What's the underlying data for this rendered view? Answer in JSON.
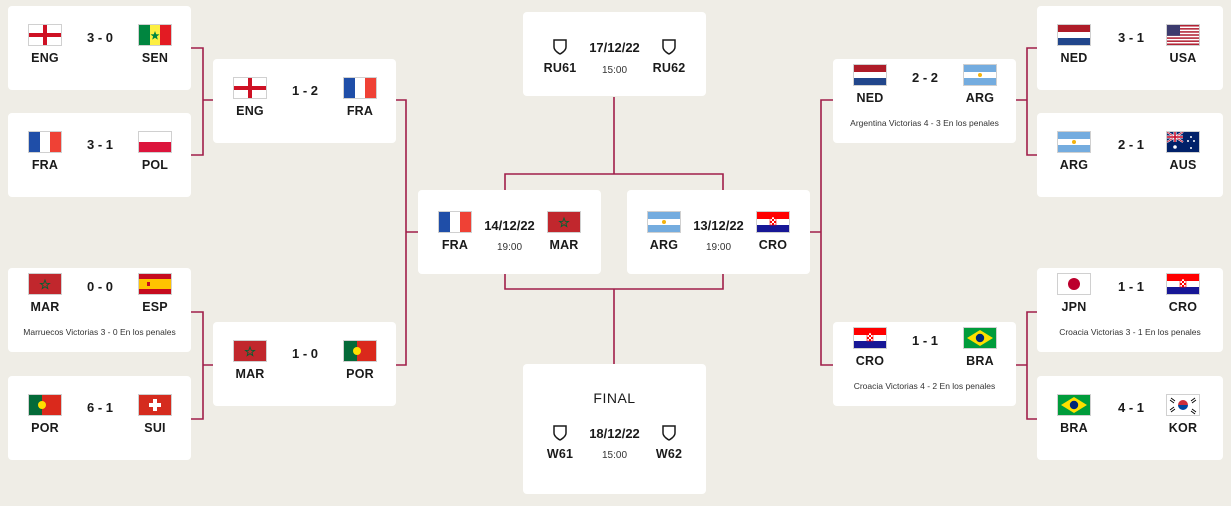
{
  "colors": {
    "accent": "#a11e4a",
    "background": "#efede6"
  },
  "r16": {
    "m1": {
      "home": "ENG",
      "away": "SEN",
      "score": "3 - 0"
    },
    "m2": {
      "home": "FRA",
      "away": "POL",
      "score": "3 - 1"
    },
    "m3": {
      "home": "MAR",
      "away": "ESP",
      "score": "0 - 0",
      "note": "Marruecos Victorias 3 - 0 En los penales"
    },
    "m4": {
      "home": "POR",
      "away": "SUI",
      "score": "6 - 1"
    },
    "m5": {
      "home": "NED",
      "away": "USA",
      "score": "3 - 1"
    },
    "m6": {
      "home": "ARG",
      "away": "AUS",
      "score": "2 - 1"
    },
    "m7": {
      "home": "JPN",
      "away": "CRO",
      "score": "1 - 1",
      "note": "Croacia Victorias 3 - 1 En los penales"
    },
    "m8": {
      "home": "BRA",
      "away": "KOR",
      "score": "4 - 1"
    }
  },
  "qf": {
    "q1": {
      "home": "ENG",
      "away": "FRA",
      "score": "1 - 2"
    },
    "q2": {
      "home": "MAR",
      "away": "POR",
      "score": "1 - 0"
    },
    "q3": {
      "home": "NED",
      "away": "ARG",
      "score": "2 - 2",
      "note": "Argentina Victorias 4 - 3 En los penales"
    },
    "q4": {
      "home": "CRO",
      "away": "BRA",
      "score": "1 - 1",
      "note": "Croacia Victorias 4 - 2 En los penales"
    }
  },
  "sf": {
    "s1": {
      "home": "FRA",
      "away": "MAR",
      "date": "14/12/22",
      "time": "19:00"
    },
    "s2": {
      "home": "ARG",
      "away": "CRO",
      "date": "13/12/22",
      "time": "19:00"
    }
  },
  "third": {
    "home": "RU61",
    "away": "RU62",
    "date": "17/12/22",
    "time": "15:00",
    "icon": "shield-icon"
  },
  "final": {
    "label": "FINAL",
    "home": "W61",
    "away": "W62",
    "date": "18/12/22",
    "time": "15:00",
    "icon": "shield-icon"
  },
  "flag_icons": {
    "ENG": "england-flag-icon",
    "SEN": "senegal-flag-icon",
    "FRA": "france-flag-icon",
    "POL": "poland-flag-icon",
    "MAR": "morocco-flag-icon",
    "ESP": "spain-flag-icon",
    "POR": "portugal-flag-icon",
    "SUI": "switzerland-flag-icon",
    "NED": "netherlands-flag-icon",
    "USA": "usa-flag-icon",
    "ARG": "argentina-flag-icon",
    "AUS": "australia-flag-icon",
    "JPN": "japan-flag-icon",
    "CRO": "croatia-flag-icon",
    "BRA": "brazil-flag-icon",
    "KOR": "korea-flag-icon"
  }
}
